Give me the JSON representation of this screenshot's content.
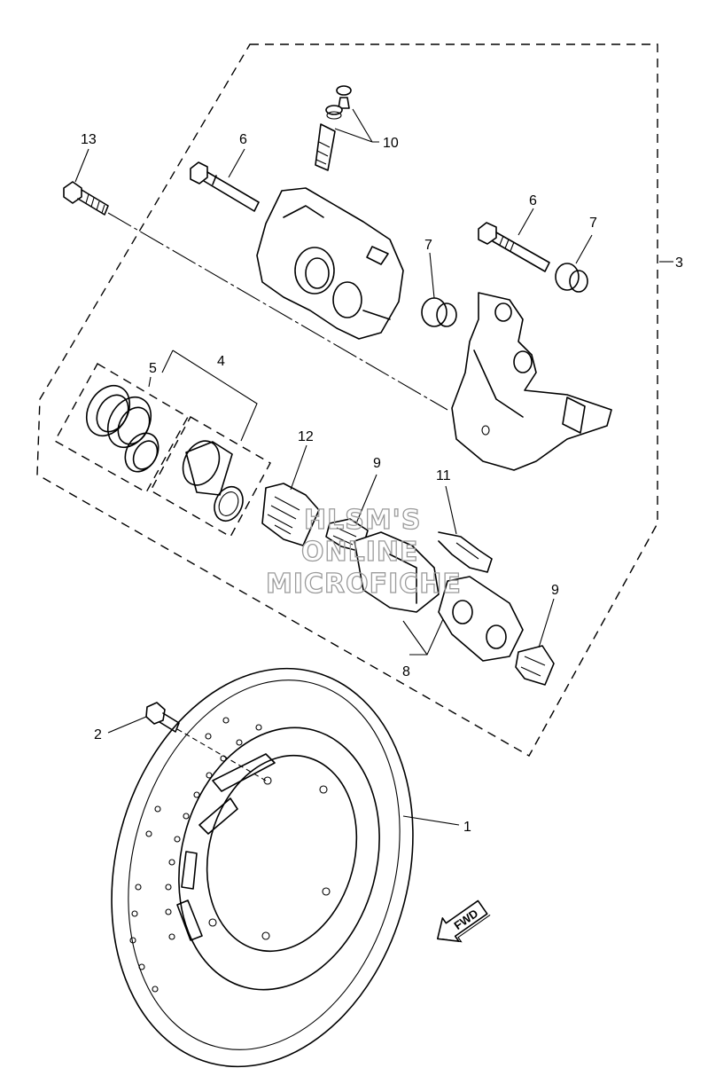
{
  "diagram": {
    "callouts": [
      {
        "id": "c1",
        "text": "1"
      },
      {
        "id": "c2",
        "text": "2"
      },
      {
        "id": "c3",
        "text": "3"
      },
      {
        "id": "c4",
        "text": "4"
      },
      {
        "id": "c5",
        "text": "5"
      },
      {
        "id": "c6a",
        "text": "6"
      },
      {
        "id": "c6b",
        "text": "6"
      },
      {
        "id": "c7a",
        "text": "7"
      },
      {
        "id": "c7b",
        "text": "7"
      },
      {
        "id": "c8",
        "text": "8"
      },
      {
        "id": "c9a",
        "text": "9"
      },
      {
        "id": "c9b",
        "text": "9"
      },
      {
        "id": "c10",
        "text": "10"
      },
      {
        "id": "c11",
        "text": "11"
      },
      {
        "id": "c12",
        "text": "12"
      },
      {
        "id": "c13",
        "text": "13"
      }
    ],
    "watermark": [
      "HLSM'S",
      "ONLINE",
      "MICROFICHE"
    ],
    "direction_arrow": "FWD",
    "line_color": "#000000",
    "watermark_color": "#9a9a9a"
  }
}
